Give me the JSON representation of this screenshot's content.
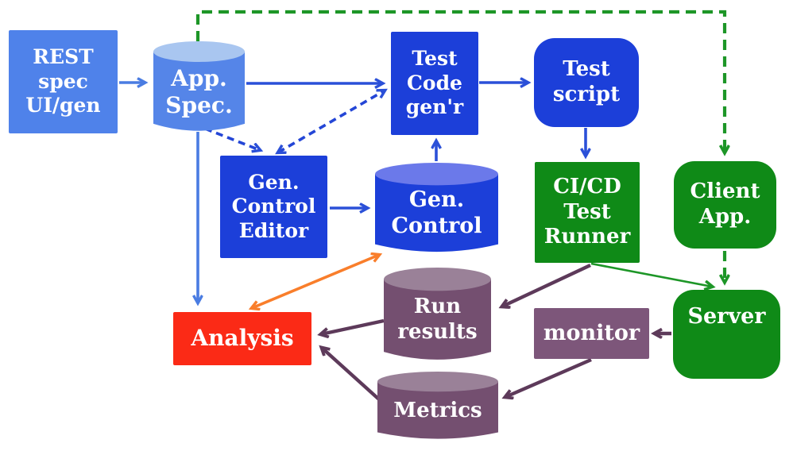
{
  "diagram": {
    "background": "#ffffff",
    "nodes": {
      "rest_spec": {
        "label": [
          "REST",
          "spec",
          "UI/gen"
        ],
        "shape": "rect",
        "color": "#4f82ea"
      },
      "app_spec": {
        "label": [
          "App.",
          "Spec."
        ],
        "shape": "cylinder",
        "color": "#5585e8"
      },
      "test_code_genr": {
        "label": [
          "Test",
          "Code",
          "gen'r"
        ],
        "shape": "rect",
        "color": "#1c3fd9"
      },
      "test_script": {
        "label": [
          "Test",
          "script"
        ],
        "shape": "rounded",
        "color": "#1c3fd9"
      },
      "gen_control_editor": {
        "label": [
          "Gen.",
          "Control",
          "Editor"
        ],
        "shape": "rect",
        "color": "#1c3fd9"
      },
      "gen_control": {
        "label": [
          "Gen.",
          "Control"
        ],
        "shape": "cylinder",
        "color": "#1c3fd9"
      },
      "cicd_test_runner": {
        "label": [
          "CI/CD",
          "Test",
          "Runner"
        ],
        "shape": "rect",
        "color": "#0f8a17"
      },
      "client_app": {
        "label": [
          "Client",
          "App."
        ],
        "shape": "rounded",
        "color": "#0f8a17"
      },
      "analysis": {
        "label": [
          "Analysis"
        ],
        "shape": "rect",
        "color": "#fb2a16"
      },
      "run_results": {
        "label": [
          "Run",
          "results"
        ],
        "shape": "cylinder",
        "color": "#744f70"
      },
      "metrics": {
        "label": [
          "Metrics"
        ],
        "shape": "cylinder",
        "color": "#744f70"
      },
      "monitor": {
        "label": [
          "monitor"
        ],
        "shape": "rect",
        "color": "#7d567a"
      },
      "server": {
        "label": [
          "Server"
        ],
        "shape": "rounded",
        "color": "#0f8a17"
      }
    },
    "edges": [
      {
        "from": "rest_spec",
        "to": "app_spec",
        "style": "solid",
        "color": "blue"
      },
      {
        "from": "app_spec",
        "to": "test_code_genr",
        "style": "solid",
        "color": "blue"
      },
      {
        "from": "app_spec",
        "to": "analysis",
        "style": "solid",
        "color": "blue"
      },
      {
        "from": "app_spec",
        "to": "gen_control_editor",
        "style": "dashed",
        "color": "blue"
      },
      {
        "from": "gen_control_editor",
        "to": "test_code_genr",
        "style": "dashed",
        "color": "blue",
        "bidirectional": true
      },
      {
        "from": "gen_control_editor",
        "to": "gen_control",
        "style": "solid",
        "color": "blue"
      },
      {
        "from": "gen_control",
        "to": "test_code_genr",
        "style": "solid",
        "color": "blue"
      },
      {
        "from": "test_code_genr",
        "to": "test_script",
        "style": "solid",
        "color": "blue"
      },
      {
        "from": "test_script",
        "to": "cicd_test_runner",
        "style": "solid",
        "color": "blue"
      },
      {
        "from": "app_spec",
        "to": "client_app",
        "style": "dashed",
        "color": "green"
      },
      {
        "from": "client_app",
        "to": "server",
        "style": "dashed",
        "color": "green"
      },
      {
        "from": "cicd_test_runner",
        "to": "server",
        "style": "solid",
        "color": "green"
      },
      {
        "from": "cicd_test_runner",
        "to": "run_results",
        "style": "solid",
        "color": "purple"
      },
      {
        "from": "run_results",
        "to": "analysis",
        "style": "solid",
        "color": "purple"
      },
      {
        "from": "metrics",
        "to": "analysis",
        "style": "solid",
        "color": "purple"
      },
      {
        "from": "server",
        "to": "monitor",
        "style": "solid",
        "color": "purple"
      },
      {
        "from": "monitor",
        "to": "metrics",
        "style": "solid",
        "color": "purple"
      },
      {
        "from": "analysis",
        "to": "gen_control",
        "style": "solid",
        "color": "orange",
        "bidirectional": true
      }
    ],
    "colors": {
      "blue_mid": "#4f82ea",
      "blue_vivid": "#1c3fd9",
      "blue_line": "#2b50d8",
      "blue_line_light": "#4a7ce2",
      "green_box": "#0f8a17",
      "green_line": "#1d9627",
      "red": "#fb2a16",
      "purple_box": "#7d567a",
      "purple_cyl_body": "#744f70",
      "purple_cyl_top": "#9a8198",
      "purple_line": "#5d3a5a",
      "orange_line": "#f97e2b",
      "app_spec_top": "#a9c6f0",
      "gen_control_top": "#6b79ea"
    }
  }
}
